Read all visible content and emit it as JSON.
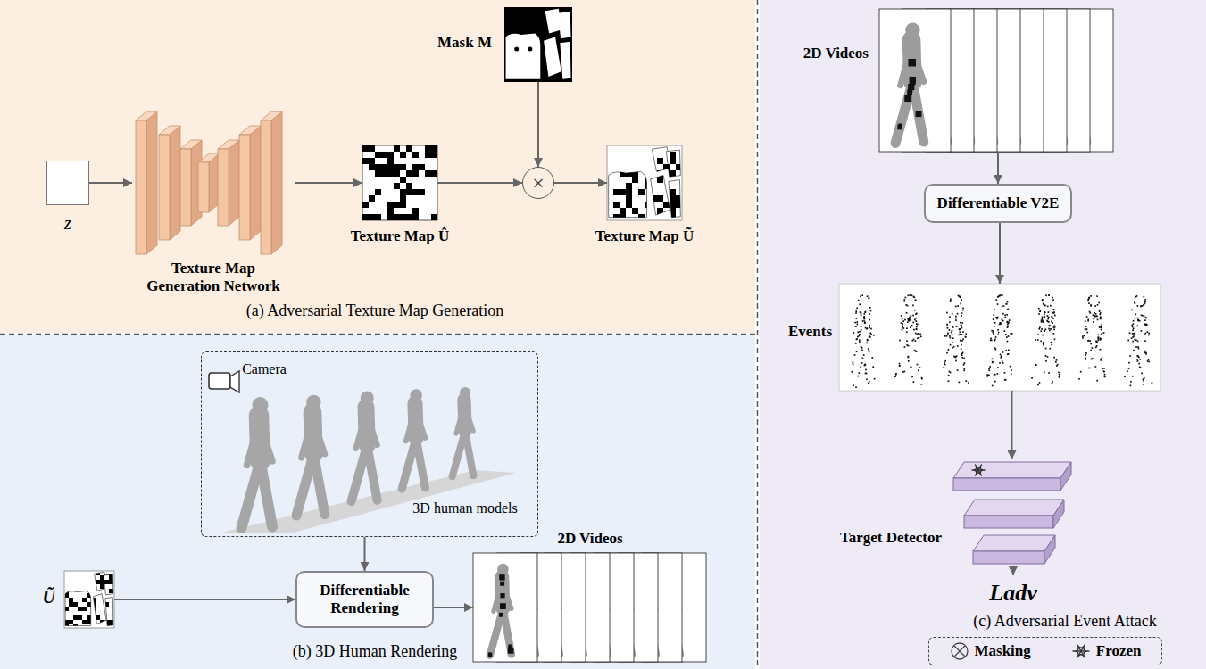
{
  "diagram": {
    "nodes": [
      {
        "text": [
          "(a) Adversarial Texture Map Generation"
        ]
      },
      {
        "text": [
          "z"
        ],
        "in": 0
      },
      {
        "text": [
          "Texture Map Generation Network"
        ],
        "in": 0
      },
      {
        "text": [
          "Texture Map Û"
        ],
        "in": 0
      },
      {
        "text": [
          "Mask M"
        ],
        "in": 0
      },
      {
        "text": [
          "×"
        ],
        "in": 0
      },
      {
        "text": [
          "Texture Map Ũ"
        ],
        "in": 0
      },
      {
        "text": [
          "(b) 3D Human Rendering"
        ]
      },
      {
        "text": [
          "Camera",
          "3D human models"
        ],
        "in": 7
      },
      {
        "text": [
          "Ũ"
        ],
        "in": 7
      },
      {
        "text": [
          "Differentiable Rendering"
        ],
        "in": 7
      },
      {
        "text": [
          "2D Videos"
        ],
        "in": 7
      },
      {
        "text": [
          "(c) Adversarial Event Attack"
        ]
      },
      {
        "text": [
          "2D Videos"
        ],
        "in": 12
      },
      {
        "text": [
          "Differentiable V2E"
        ],
        "in": 12
      },
      {
        "text": [
          "Events"
        ],
        "in": 12
      },
      {
        "text": [
          "Target Detector"
        ],
        "in": 12
      },
      {
        "text": [
          "Ladv"
        ],
        "in": 12
      }
    ],
    "edges": [
      {
        "from": 1,
        "to": 2,
        "arrow": "to"
      },
      {
        "from": 2,
        "to": 3,
        "arrow": "to"
      },
      {
        "from": 3,
        "to": 5,
        "arrow": "to"
      },
      {
        "from": 4,
        "to": 5,
        "arrow": "to"
      },
      {
        "from": 5,
        "to": 6,
        "arrow": "to"
      },
      {
        "from": 8,
        "to": 10,
        "arrow": "to"
      },
      {
        "from": 9,
        "to": 10,
        "arrow": "to"
      },
      {
        "from": 10,
        "to": 11,
        "arrow": "to"
      },
      {
        "from": 13,
        "to": 14,
        "arrow": "to"
      },
      {
        "from": 14,
        "to": 15,
        "arrow": "to"
      },
      {
        "from": 15,
        "to": 16,
        "arrow": "to"
      },
      {
        "from": 16,
        "to": 17,
        "arrow": "to"
      }
    ],
    "legend": [
      {
        "text": "Masking"
      },
      {
        "text": "Frozen"
      }
    ]
  }
}
